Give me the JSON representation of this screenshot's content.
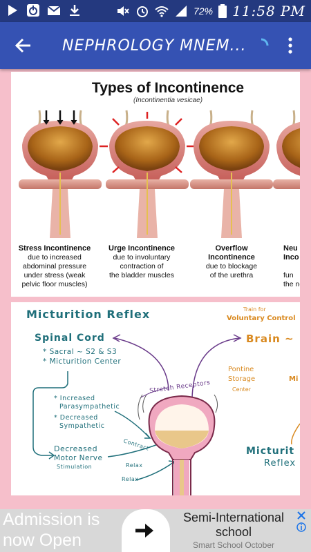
{
  "status_bar": {
    "battery_percent": "72%",
    "time": "11:58 PM"
  },
  "app_bar": {
    "title": "NEPHROLOGY MNEM..."
  },
  "card1": {
    "title": "Types of Incontinence",
    "subtitle": "(Incontinentia vesicae)",
    "captions": [
      {
        "title": "Stress Incontinence",
        "lines": [
          "due to increased",
          "abdominal pressure",
          "under stress (weak",
          "pelvic floor muscles)"
        ]
      },
      {
        "title": "Urge Incontinence",
        "lines": [
          "due to involuntary",
          "contraction of",
          "the bladder muscles"
        ]
      },
      {
        "title": "Overflow",
        "title2": "Incontinence",
        "lines": [
          "due to blockage",
          "of the urethra"
        ]
      },
      {
        "title": "Neu",
        "title2": "Inco",
        "lines": [
          "fun",
          "the ne"
        ]
      }
    ]
  },
  "card2": {
    "title": "Micturition Reflex",
    "spinal_cord": "Spinal Cord",
    "sacral": "* Sacral ~ S2 & S3",
    "micturition_center": "* Micturition Center",
    "increased": "* Increased",
    "parasympathetic": "Parasympathetic",
    "decreased": "* Decreased",
    "sympathetic": "Sympathetic",
    "decreased_motor": "Decreased",
    "motor_nerve": "Motor Nerve",
    "stimulation": "Stimulation",
    "contract": "Contract",
    "relax1": "Relax",
    "relax2": "Relax",
    "stretch_receptors": "Stretch Receptors",
    "train_for": "Train for",
    "voluntary_control": "Voluntary Control",
    "brain": "Brain ~",
    "pontine": "Pontine",
    "storage": "Storage",
    "center": "Center",
    "mic": "Mi",
    "micturit": "Micturit",
    "reflex": "Reflex"
  },
  "ad": {
    "left_line1": "Admission is",
    "left_line2": "now Open",
    "right_title_line1": "Semi-International",
    "right_title_line2": "school",
    "right_sub": "Smart School October"
  },
  "colors": {
    "status_bar": "#24397f",
    "app_bar": "#3552b3",
    "background": "#f6bfcb",
    "teal": "#1f6f7a",
    "orange": "#d9891f"
  }
}
